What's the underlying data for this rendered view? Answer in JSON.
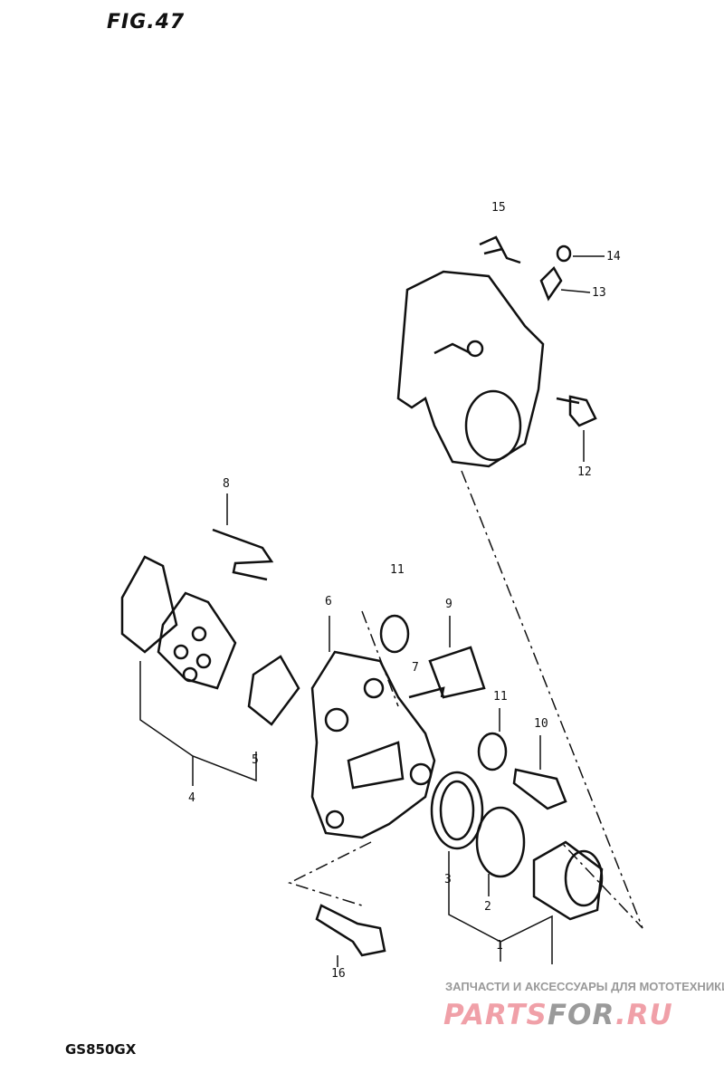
{
  "figure_title": "FIG.47",
  "model": "GS850GX",
  "part_labels": [
    "15",
    "14",
    "13",
    "12",
    "8",
    "11",
    "6",
    "9",
    "7",
    "11",
    "10",
    "5",
    "4",
    "3",
    "2",
    "1",
    "16"
  ],
  "watermark": {
    "subtitle": "ЗАПЧАСТИ И АКСЕССУАРЫ ДЛЯ МОТОТЕХНИКИ",
    "brand_a": "PARTS",
    "brand_b": "FOR",
    "brand_c": ".RU"
  }
}
